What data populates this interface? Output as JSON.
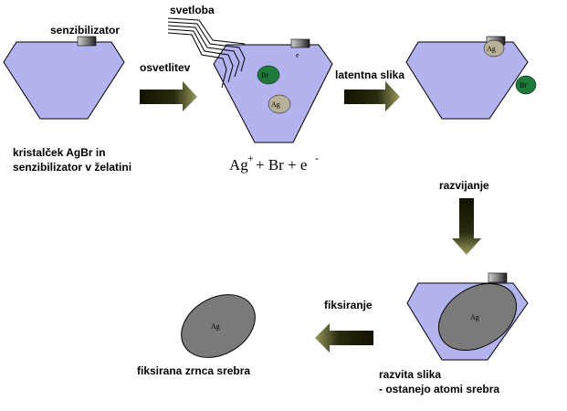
{
  "labels": {
    "senzibilizator": "senzibilizator",
    "svetloba": "svetloba",
    "osvetlitev": "osvetlitev",
    "latentna_slika": "latentna slika",
    "kristalcek_line1": "kristalček AgBr in",
    "kristalcek_line2": "senzibilizator v želatini",
    "razvijanje": "razvijanje",
    "fiksiranje": "fiksiranje",
    "fiksirana": "fiksirana zrnca srebra",
    "razvita_line1": "razvita slika",
    "razvita_line2": "- ostanejo atomi srebra"
  },
  "particles": {
    "br_minus": "Br",
    "ag_plus": "Ag",
    "electron": "e",
    "minus_sign": "-",
    "plus_sign": "+"
  },
  "equation": {
    "ag": "Ag",
    "ag_sup": "+",
    "plus1": " + Br + e",
    "e_sup": "-"
  },
  "colors": {
    "crystal_fill": "#b3b3f0",
    "outline": "#000000",
    "arrow_dark": "#1a1a00",
    "arrow_light": "#8a8a55",
    "br_green": "#1e7a3a",
    "ag_tan": "#b8b09a",
    "silver_gray": "#7a7a7a"
  }
}
